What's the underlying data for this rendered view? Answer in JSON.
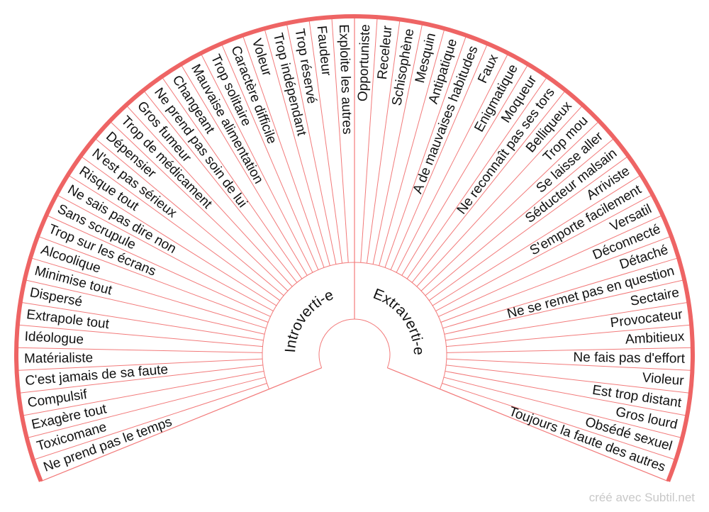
{
  "colors": {
    "line": "#f27a7a",
    "outer": "#ee6464",
    "text": "#111111",
    "watermark": "#c8c8c8"
  },
  "groups": [
    {
      "name": "Introverti-e",
      "items": [
        "Exploite les autres",
        "Faudeur",
        "Trop réservé",
        "Trop indépendant",
        "Voleur",
        "Caractère difficile",
        "Trop solitaire",
        "Mauvaise alimentation",
        "Changeant",
        "Ne prend pas soin de lui",
        "Gros fumeur",
        "Trop de médicament",
        "Dépensier",
        "N'est pas sérieux",
        "Risque tout",
        "Ne sais pas dire non",
        "Sans scrupule",
        "Trop sur les écrans",
        "Alcoolique",
        "Minimise tout",
        "Dispersé",
        "Extrapole tout",
        "Idéologue",
        "Matérialiste",
        "C'est jamais de sa faute",
        "Compulsif",
        "Exagère tout",
        "Toxicomane",
        "Ne prend pas le temps"
      ]
    },
    {
      "name": "Extraverti-e",
      "items": [
        "Opportuniste",
        "Receleur",
        "Schisophène",
        "Mesquin",
        "Antipatique",
        "A de mauvaises habitudes",
        "Faux",
        "Enigmatique",
        "Moqueur",
        "Ne reconnaît pas ses tors",
        "Belliqueux",
        "Trop mou",
        "Se laisse aller",
        "Séducteur malsain",
        "Arriviste",
        "S'emporte facilement",
        "Versatil",
        "Déconnecté",
        "Détaché",
        "Ne se remet pas en question",
        "Sectaire",
        "Provocateur",
        "Ambitieux",
        "Ne fais pas d'effort",
        "Violeur",
        "Est trop distant",
        "Gros lourd",
        "Obsédé sexuel",
        "Toujours la faute des autres"
      ]
    }
  ],
  "watermark": "créé avec Subtil.net"
}
